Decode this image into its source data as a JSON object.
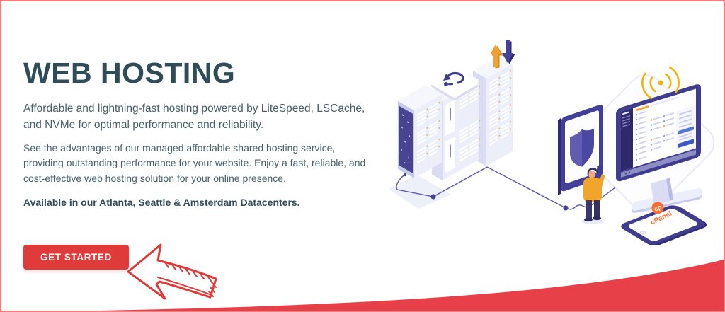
{
  "hero": {
    "title": "WEB HOSTING",
    "paragraph1": "Affordable and lightning-fast hosting powered by LiteSpeed, LSCache, and NVMe for optimal performance and reliability.",
    "paragraph2": "See the advantages of our managed affordable shared hosting service, providing outstanding performance for your website. Enjoy a fast, reliable, and cost-effective web hosting solution for your online presence.",
    "availability": "Available in our Atlanta, Seattle & Amsterdam Datacenters.",
    "cta_label": "GET STARTED"
  },
  "illustration": {
    "cpanel_logo_text": "cPanel",
    "cpanel_monogram": "cp"
  },
  "colors": {
    "accent_red": "#e03b3b",
    "swoosh_red": "#e74049",
    "border_red": "#f47c7c",
    "heading": "#2f4d58",
    "body_text": "#45606b",
    "indigo": "#403d8e",
    "orange": "#f2a33c",
    "cpanel_orange": "#ff6c2c",
    "wifi_yellow": "#f0b40a"
  }
}
